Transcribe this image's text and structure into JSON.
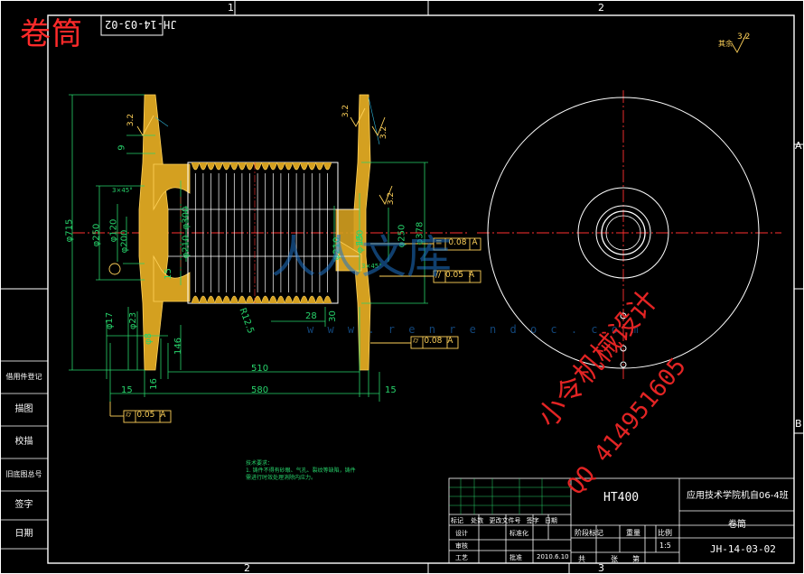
{
  "title_stamp": "卷筒",
  "drawing_number_rotated": "JH-14-03-02",
  "roughness_corner": "其余",
  "roughness_corner_value": "3.2",
  "zone_labels": {
    "top_1": "1",
    "top_2": "2",
    "bottom_2": "2",
    "bottom_3": "3",
    "right_A": "A",
    "right_B": "B"
  },
  "dimensions": {
    "d715": "φ715",
    "d250": "φ250",
    "d120": "φ120",
    "d200": "φ200",
    "d300": "φ300",
    "d210a": "φ210",
    "d210b": "φ210",
    "d180": "φ180",
    "d250r": "φ250",
    "d378": "φ378",
    "d17": "φ17",
    "d23": "φ23",
    "d8": "φ8",
    "r125": "R12.5",
    "n9": "9",
    "n28": "28",
    "n30": "30",
    "n15a": "15",
    "n15b": "15",
    "n16": "16",
    "n146": "146",
    "n510": "510",
    "n580": "580",
    "n15c": "15",
    "n15d": "15",
    "r32a": "3.2",
    "r32b": "3.2",
    "r32c": "3.2",
    "r32d": "3.2",
    "chamfer1": "3×45°",
    "chamfer2": "3×45°"
  },
  "tolerance_frames": [
    {
      "symbol": "≡",
      "value": "0.08",
      "datum": "A"
    },
    {
      "symbol": "//",
      "value": "0.05",
      "datum": "A"
    },
    {
      "symbol": "⌭",
      "value": "0.08",
      "datum": "A"
    },
    {
      "symbol": "⌭",
      "value": "0.05",
      "datum": "A"
    }
  ],
  "tech_notes_title": "技术要求：",
  "tech_notes": [
    "1. 铸件不得有砂眼、气孔、裂纹等缺陷，铸件",
    "   需进行时效处理消除内应力。"
  ],
  "side_table": [
    "借用件登记",
    "描图",
    "校描",
    "旧底图总号",
    "签字",
    "日期"
  ],
  "title_block": {
    "material": "HT400",
    "school": "应用技术学院机自06-4班",
    "part_name": "卷筒",
    "drawing_no": "JH-14-03-02",
    "scale_label": "比例",
    "scale": "1:5",
    "weight_label": "重量",
    "stage_label": "阶段标记",
    "rows": [
      "标记",
      "处数",
      "更改文件号",
      "签字",
      "日期"
    ],
    "design": "设计",
    "standard": "标准化",
    "review": "审核",
    "process": "工艺",
    "approve": "批准",
    "date": "2010.6.10",
    "sheets": "共",
    "sheet": "张",
    "page": "第"
  },
  "watermark": {
    "name": "小令机械设计",
    "qq": "QQ 414951605",
    "site_logo": "人人文库",
    "site_url": "w w w . r e n r e n d o c . c o m"
  }
}
